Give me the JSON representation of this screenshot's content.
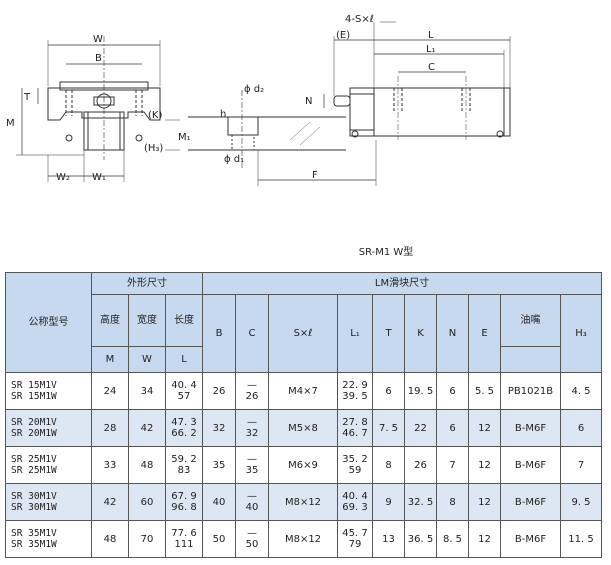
{
  "drawing": {
    "front_labels": {
      "W": "W",
      "B": "B",
      "T": "T",
      "M": "M",
      "K": "(K)",
      "H3": "(H₃)",
      "W2": "W₂",
      "W1": "W₁"
    },
    "side_labels": {
      "d2": "ϕ d₂",
      "h": "h",
      "M1": "M₁",
      "d1": "ϕ d₁",
      "N": "N",
      "F": "F"
    },
    "top_labels": {
      "holes": "4-S×ℓ",
      "E": "(E)",
      "L": "L",
      "L1": "L₁",
      "C": "C"
    }
  },
  "caption": "SR-M1 W型",
  "table": {
    "headers": {
      "model": "公称型号",
      "outer": "外形尺寸",
      "lm": "LM滑块尺寸",
      "height": "高度",
      "width": "宽度",
      "length": "长度",
      "oil": "油嘴",
      "sym": {
        "M": "M",
        "W": "W",
        "L": "L",
        "B": "B",
        "C": "C",
        "S": "S×ℓ",
        "L1": "L₁",
        "T": "T",
        "K": "K",
        "N": "N",
        "E": "E",
        "H3": "H₃"
      }
    },
    "rows": [
      {
        "model": [
          "SR 15M1V",
          "SR 15M1W"
        ],
        "M": "24",
        "W": "34",
        "L": [
          "40. 4",
          "57"
        ],
        "B": "26",
        "C": [
          "—",
          "26"
        ],
        "S": "M4×7",
        "L1": [
          "22. 9",
          "39. 5"
        ],
        "T": "6",
        "K": "19. 5",
        "N": "6",
        "E": "5. 5",
        "oil": "PB1021B",
        "H3": "4. 5"
      },
      {
        "model": [
          "SR 20M1V",
          "SR 20M1W"
        ],
        "M": "28",
        "W": "42",
        "L": [
          "47. 3",
          "66. 2"
        ],
        "B": "32",
        "C": [
          "—",
          "32"
        ],
        "S": "M5×8",
        "L1": [
          "27. 8",
          "46. 7"
        ],
        "T": "7. 5",
        "K": "22",
        "N": "6",
        "E": "12",
        "oil": "B-M6F",
        "H3": "6"
      },
      {
        "model": [
          "SR 25M1V",
          "SR 25M1W"
        ],
        "M": "33",
        "W": "48",
        "L": [
          "59. 2",
          "83"
        ],
        "B": "35",
        "C": [
          "—",
          "35"
        ],
        "S": "M6×9",
        "L1": [
          "35. 2",
          "59"
        ],
        "T": "8",
        "K": "26",
        "N": "7",
        "E": "12",
        "oil": "B-M6F",
        "H3": "7"
      },
      {
        "model": [
          "SR 30M1V",
          "SR 30M1W"
        ],
        "M": "42",
        "W": "60",
        "L": [
          "67. 9",
          "96. 8"
        ],
        "B": "40",
        "C": [
          "—",
          "40"
        ],
        "S": "M8×12",
        "L1": [
          "40. 4",
          "69. 3"
        ],
        "T": "9",
        "K": "32. 5",
        "N": "8",
        "E": "12",
        "oil": "B-M6F",
        "H3": "9. 5"
      },
      {
        "model": [
          "SR 35M1V",
          "SR 35M1W"
        ],
        "M": "48",
        "W": "70",
        "L": [
          "77. 6",
          "111"
        ],
        "B": "50",
        "C": [
          "—",
          "50"
        ],
        "S": "M8×12",
        "L1": [
          "45. 7",
          "79"
        ],
        "T": "13",
        "K": "36. 5",
        "N": "8. 5",
        "E": "12",
        "oil": "B-M6F",
        "H3": "11. 5"
      }
    ]
  }
}
